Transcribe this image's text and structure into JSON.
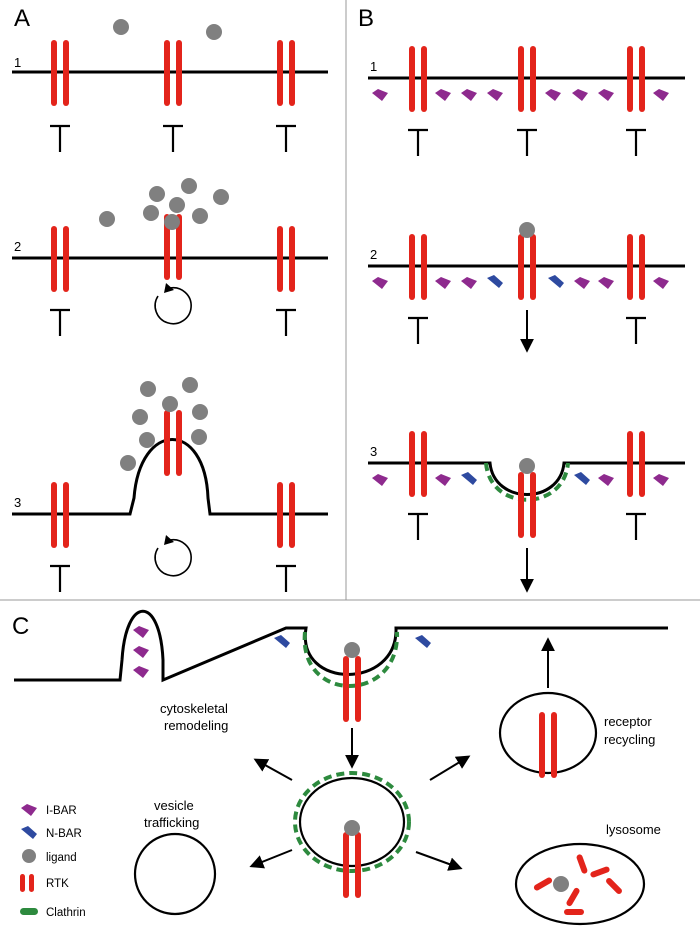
{
  "panels": {
    "a": "A",
    "b": "B",
    "c": "C"
  },
  "steps": {
    "a1": "1",
    "a2": "2",
    "a3": "3",
    "b1": "1",
    "b2": "2",
    "b3": "3"
  },
  "labels": {
    "cytoskeletal_line1": "cytoskeletal",
    "cytoskeletal_line2": "remodeling",
    "receptor_line1": "receptor",
    "receptor_line2": "recycling",
    "vesicle_line1": "vesicle",
    "vesicle_line2": "trafficking",
    "lysosome": "lysosome"
  },
  "legend": {
    "ibar": "I-BAR",
    "nbar": "N-BAR",
    "ligand": "ligand",
    "rtk": "RTK",
    "clathrin": "Clathrin"
  },
  "colors": {
    "rtk": "#e3241b",
    "ligand": "#808080",
    "ibar": "#8e2a8e",
    "nbar": "#2e4aa0",
    "clathrin": "#2d8a3e",
    "membrane": "#000000",
    "divider": "#999999"
  }
}
